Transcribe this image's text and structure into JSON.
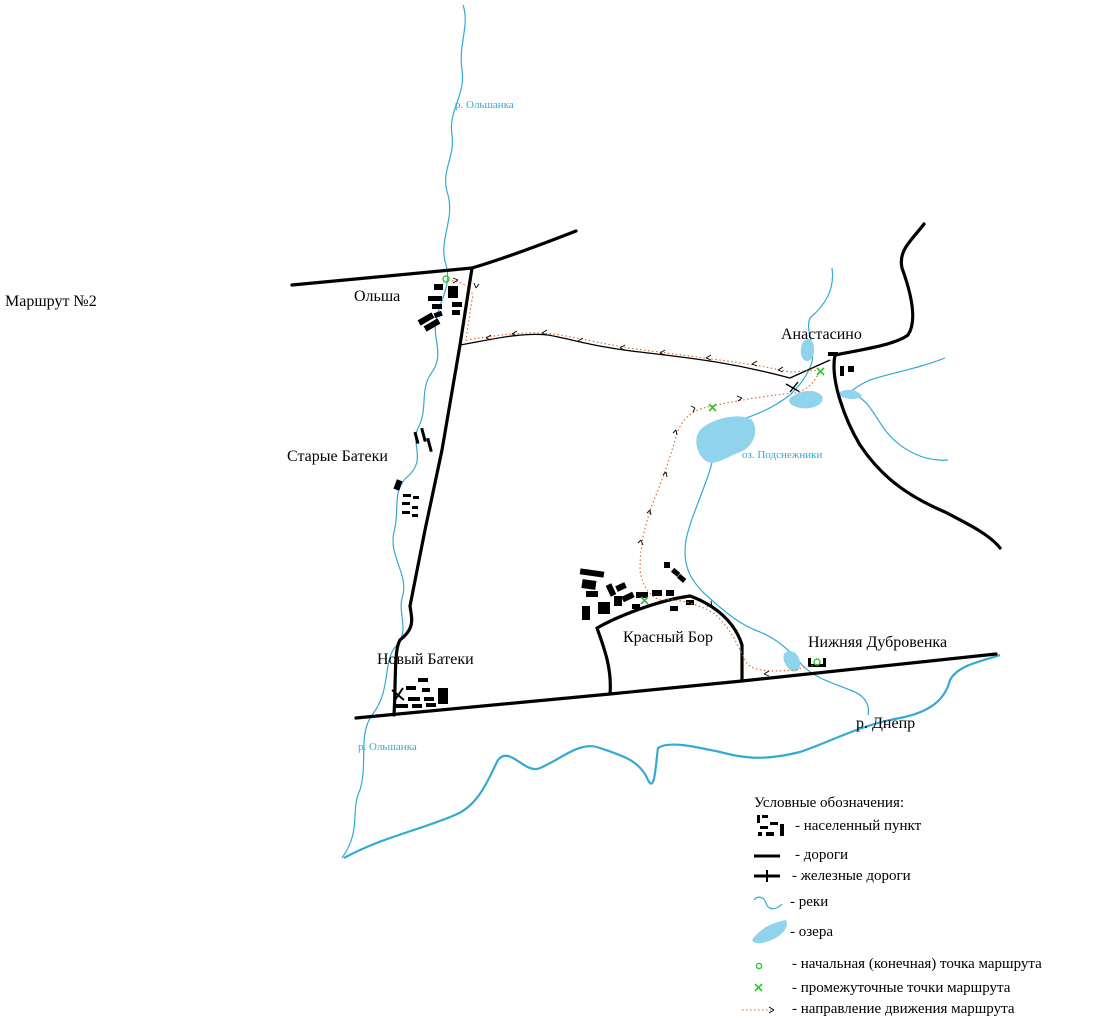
{
  "title": "Маршрут №2",
  "colors": {
    "river": "#35a9d3",
    "lake": "#8fd4ec",
    "route": "#d9622b",
    "points": "#38c23a",
    "road": "#000000"
  },
  "places": {
    "olsha": "Ольша",
    "starye_bateki": "Старые Батеки",
    "novyi_bateki": "Новый Батеки",
    "krasnyi_bor": "Красный Бор",
    "anastasino": "Анастасино",
    "nizhnyaya_dubrovenka": "Нижняя Дубровенка"
  },
  "water": {
    "olshanka_north": "р. Ольшанка",
    "olshanka_south": "р. Ольшанка",
    "dnepr": "р. Днепр",
    "lake_podsnezhniki": "оз. Подснежники"
  },
  "legend": {
    "title": "Условные обозначения:",
    "items": [
      {
        "icon": "settlement-icon",
        "label": "- населенный пункт"
      },
      {
        "icon": "road-icon",
        "label": "- дороги"
      },
      {
        "icon": "railway-icon",
        "label": "- железные дороги"
      },
      {
        "icon": "river-icon",
        "label": "- реки"
      },
      {
        "icon": "lake-icon",
        "label": "- озера"
      },
      {
        "icon": "start-point-icon",
        "label": "- начальная (конечная) точка маршрута"
      },
      {
        "icon": "waypoint-icon",
        "label": "- промежуточные точки маршрута"
      },
      {
        "icon": "route-direction-icon",
        "label": "- направление движения маршрута"
      }
    ]
  }
}
